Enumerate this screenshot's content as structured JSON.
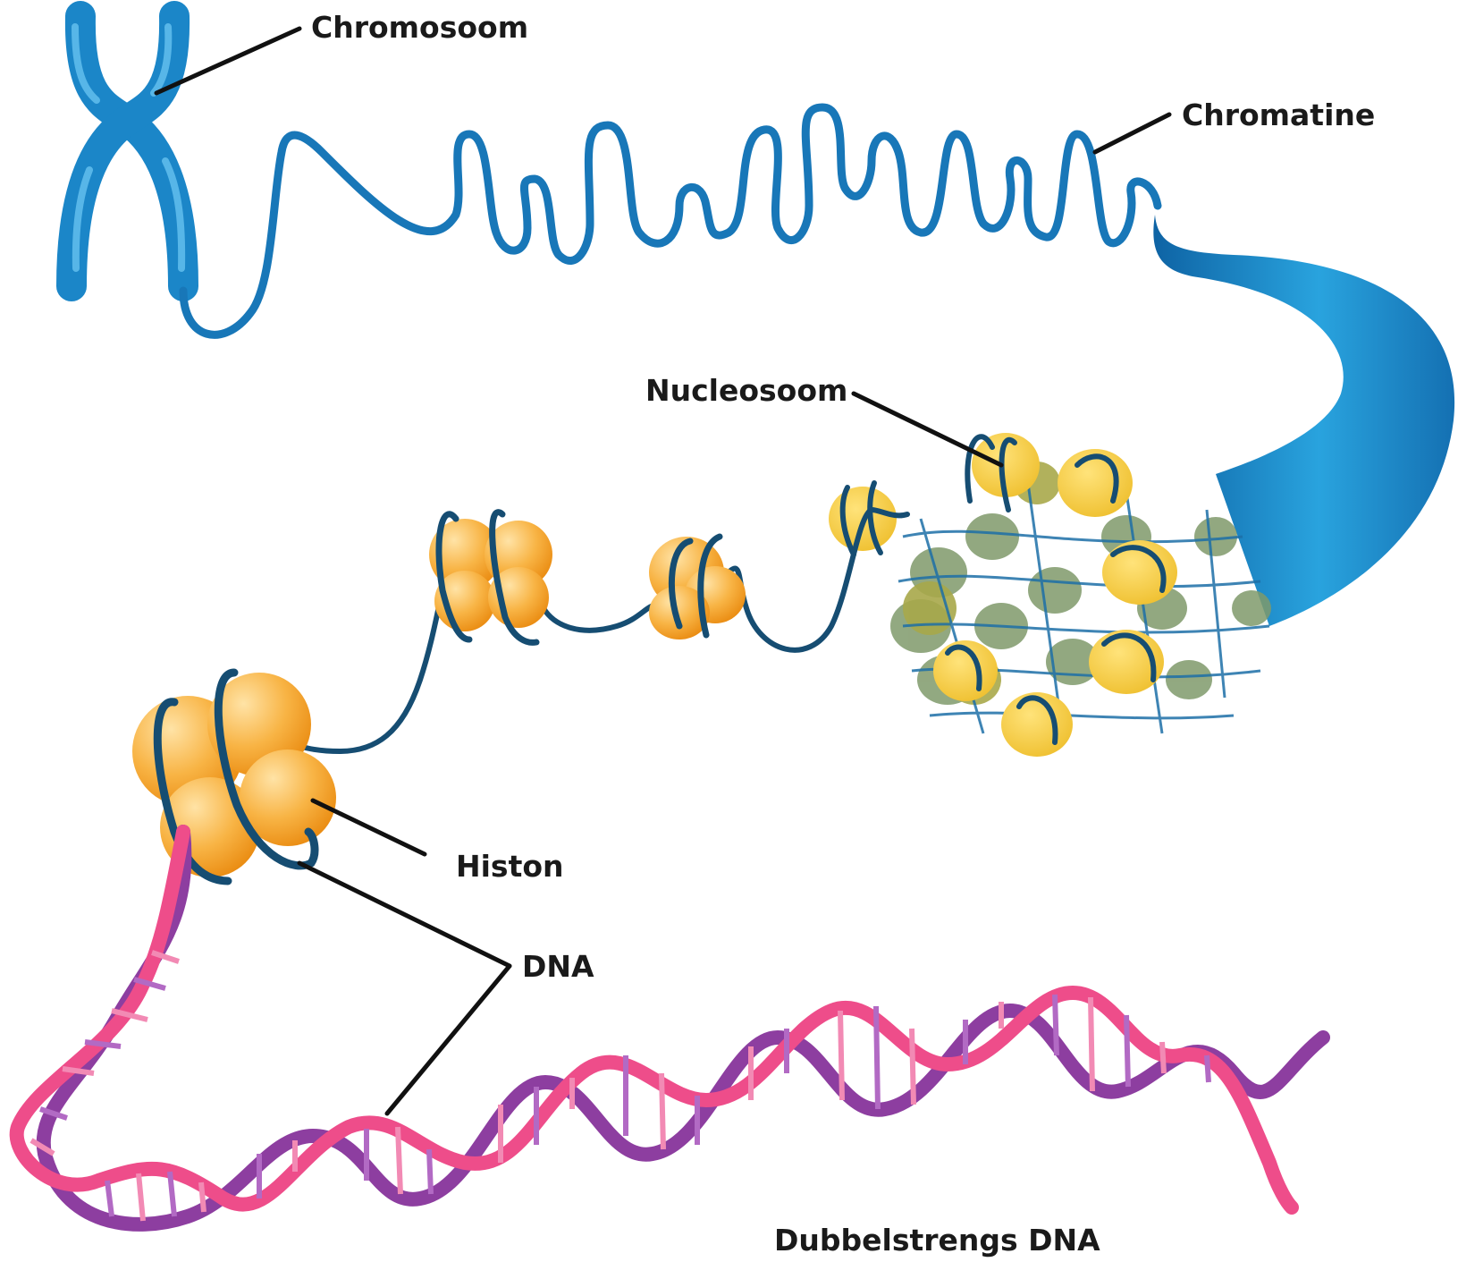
{
  "labels": {
    "chromosome": "Chromosoom",
    "chromatin": "Chromatine",
    "nucleosome": "Nucleosoom",
    "histone": "Histon",
    "dna": "DNA",
    "double_strand": "Dubbelstrengs DNA"
  },
  "colors": {
    "chromosome_blue": "#1b86c8",
    "chromatin_blue": "#1877b8",
    "linker_dna": "#164d72",
    "histone_orange": "#f5a623",
    "nucleosome_yellow": "#f6cd3c",
    "strand_pink": "#ee4d8a",
    "strand_purple": "#8d3ea0",
    "leader_black": "#111111"
  }
}
